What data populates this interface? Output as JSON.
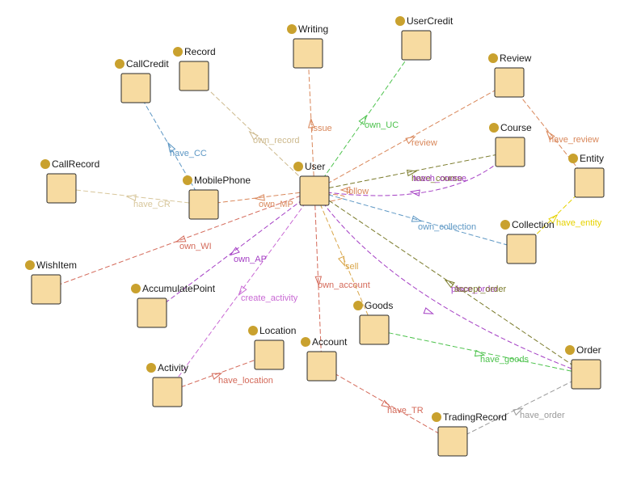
{
  "diagram": {
    "nodes": [
      {
        "id": "User",
        "label": "User"
      },
      {
        "id": "Writing",
        "label": "Writing"
      },
      {
        "id": "UserCredit",
        "label": "UserCredit"
      },
      {
        "id": "Record",
        "label": "Record"
      },
      {
        "id": "CallCredit",
        "label": "CallCredit"
      },
      {
        "id": "Review",
        "label": "Review"
      },
      {
        "id": "Course",
        "label": "Course"
      },
      {
        "id": "Entity",
        "label": "Entity"
      },
      {
        "id": "CallRecord",
        "label": "CallRecord"
      },
      {
        "id": "MobilePhone",
        "label": "MobilePhone"
      },
      {
        "id": "Collection",
        "label": "Collection"
      },
      {
        "id": "WishItem",
        "label": "WishItem"
      },
      {
        "id": "AccumulatePoint",
        "label": "AccumulatePoint"
      },
      {
        "id": "Goods",
        "label": "Goods"
      },
      {
        "id": "Location",
        "label": "Location"
      },
      {
        "id": "Account",
        "label": "Account"
      },
      {
        "id": "Activity",
        "label": "Activity"
      },
      {
        "id": "Order",
        "label": "Order"
      },
      {
        "id": "TradingRecord",
        "label": "TradingRecord"
      }
    ],
    "edges": [
      {
        "from": "User",
        "to": "Writing",
        "label": "issue",
        "color": "#d9875a"
      },
      {
        "from": "User",
        "to": "UserCredit",
        "label": "own_UC",
        "color": "#4cc24c"
      },
      {
        "from": "User",
        "to": "Record",
        "label": "own_record",
        "color": "#cdb98d"
      },
      {
        "from": "MobilePhone",
        "to": "CallCredit",
        "label": "have_CC",
        "color": "#5d97c4"
      },
      {
        "from": "User",
        "to": "Review",
        "label": "review",
        "color": "#d9875a"
      },
      {
        "from": "Entity",
        "to": "Review",
        "label": "have_review",
        "color": "#d9875a"
      },
      {
        "from": "User",
        "to": "Course",
        "label": "have_course",
        "color": "#7a7a2a"
      },
      {
        "from": "Course",
        "to": "User",
        "label": "teach_course",
        "color": "#a43ec4"
      },
      {
        "from": "User",
        "to": "User",
        "label": "follow",
        "color": "#d9875a"
      },
      {
        "from": "MobilePhone",
        "to": "CallRecord",
        "label": "have_CR",
        "color": "#d8c79c"
      },
      {
        "from": "User",
        "to": "MobilePhone",
        "label": "own_MP",
        "color": "#d9875a"
      },
      {
        "from": "User",
        "to": "Collection",
        "label": "own_collection",
        "color": "#5d97c4"
      },
      {
        "from": "Collection",
        "to": "Entity",
        "label": "have_entity",
        "color": "#e6d200"
      },
      {
        "from": "User",
        "to": "WishItem",
        "label": "own_WI",
        "color": "#d46a5a"
      },
      {
        "from": "User",
        "to": "AccumulatePoint",
        "label": "own_AP",
        "color": "#a43ec4"
      },
      {
        "from": "User",
        "to": "Goods",
        "label": "sell",
        "color": "#d9a64a"
      },
      {
        "from": "User",
        "to": "Account",
        "label": "own_account",
        "color": "#d46a5a"
      },
      {
        "from": "User",
        "to": "Activity",
        "label": "create_activity",
        "color": "#c96ad4"
      },
      {
        "from": "User",
        "to": "Order",
        "label": "place_order",
        "color": "#a43ec4"
      },
      {
        "from": "Order",
        "to": "User",
        "label": "accept_order",
        "color": "#7a7a2a"
      },
      {
        "from": "Goods",
        "to": "Order",
        "label": "have_goods",
        "color": "#4cc24c"
      },
      {
        "from": "Activity",
        "to": "Location",
        "label": "have_location",
        "color": "#d46a5a"
      },
      {
        "from": "Account",
        "to": "TradingRecord",
        "label": "have_TR",
        "color": "#d46a5a"
      },
      {
        "from": "TradingRecord",
        "to": "Order",
        "label": "have_order",
        "color": "#9a9a9a"
      }
    ]
  }
}
